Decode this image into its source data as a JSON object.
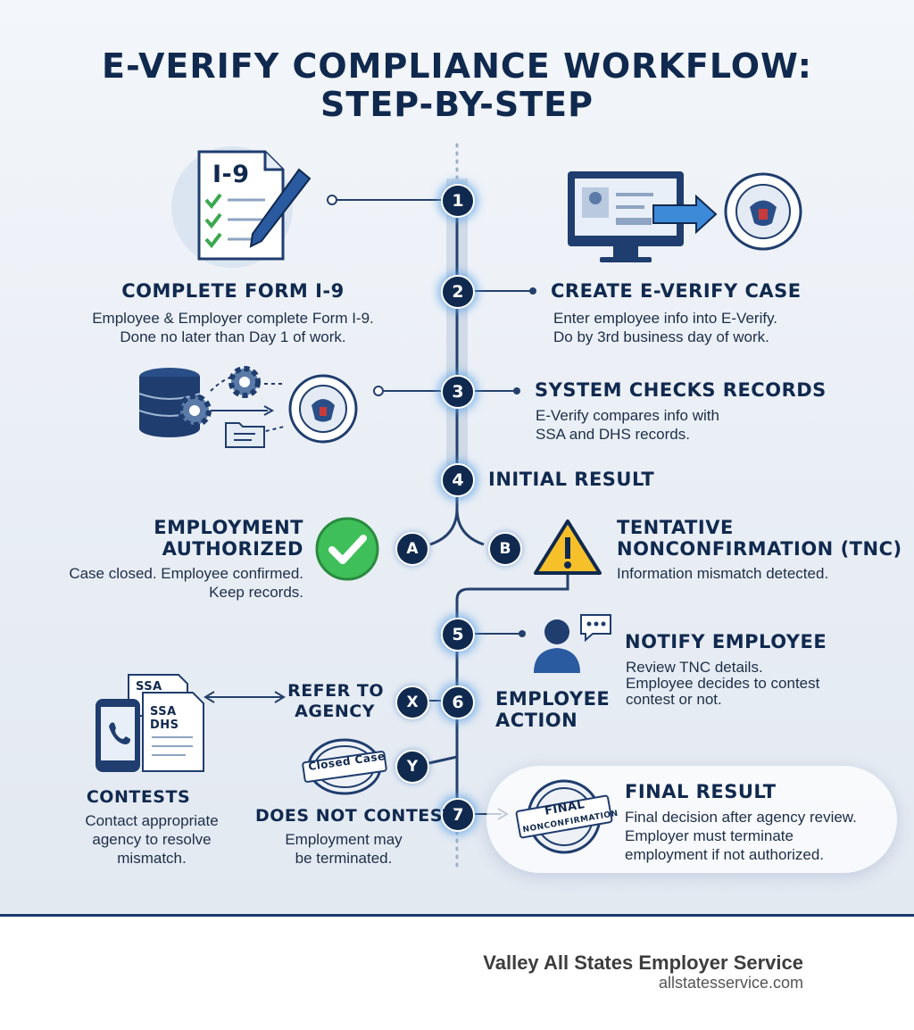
{
  "title": {
    "line1": "E-VERIFY COMPLIANCE WORKFLOW:",
    "line2": "STEP-BY-STEP"
  },
  "steps": {
    "s1": {
      "num": "1"
    },
    "s2": {
      "num": "2",
      "left_title": "COMPLETE FORM I-9",
      "left_desc1": "Employee & Employer complete Form I-9.",
      "left_desc2": "Done no later than Day 1 of work.",
      "right_title": "CREATE E-VERIFY CASE",
      "right_desc1": "Enter employee info into E-Verify.",
      "right_desc2": "Do by 3rd business day of work."
    },
    "s3": {
      "num": "3",
      "title": "SYSTEM CHECKS RECORDS",
      "desc1": "E-Verify compares info with",
      "desc2": "SSA and DHS records."
    },
    "s4": {
      "num": "4",
      "title": "INITIAL RESULT"
    },
    "a": {
      "letter": "A",
      "title1": "EMPLOYMENT",
      "title2": "AUTHORIZED",
      "desc1": "Case closed. Employee confirmed.",
      "desc2": "Keep records."
    },
    "b": {
      "letter": "B",
      "title1": "TENTATIVE",
      "title2": "NONCONFIRMATION (TNC)",
      "desc1": "Information mismatch detected."
    },
    "s5": {
      "num": "5",
      "title": "NOTIFY EMPLOYEE",
      "desc1": "Review TNC details.",
      "desc2": "Employee decides to contest",
      "desc3": "contest or not."
    },
    "s6": {
      "num": "6",
      "title1": "EMPLOYEE",
      "title2": "ACTION"
    },
    "x": {
      "letter": "X",
      "title1": "REFER TO",
      "title2": "AGENCY"
    },
    "y": {
      "letter": "Y",
      "stamp": "Closed Case"
    },
    "contests": {
      "title": "CONTESTS",
      "desc1": "Contact appropriate",
      "desc2": "agency to resolve",
      "desc3": "mismatch.",
      "doc1": "SSA",
      "doc2a": "SSA",
      "doc2b": "DHS"
    },
    "not_contest": {
      "title": "DOES NOT CONTEST",
      "desc1": "Employment may",
      "desc2": "be terminated."
    },
    "s7": {
      "num": "7",
      "title": "FINAL RESULT",
      "desc1": "Final decision after agency review.",
      "desc2": "Employer must terminate",
      "desc3": "employment if not authorized.",
      "stamp1": "FINAL",
      "stamp2": "NONCONFIRMATION"
    }
  },
  "form_label": "I-9",
  "footer": {
    "brand": "Valley All States Employer Service",
    "url": "allstatesservice.com"
  },
  "colors": {
    "navy": "#10294f",
    "glow": "#5aa0e6",
    "green": "#3fbf5a",
    "warning": "#f5c02a"
  },
  "icons": [
    "form-i9-icon",
    "computer-icon",
    "dhs-seal-icon",
    "database-icon",
    "gear-icon",
    "folder-icon",
    "checkmark-icon",
    "warning-icon",
    "person-icon",
    "chat-icon",
    "phone-icon",
    "documents-icon",
    "stamp-icon"
  ]
}
